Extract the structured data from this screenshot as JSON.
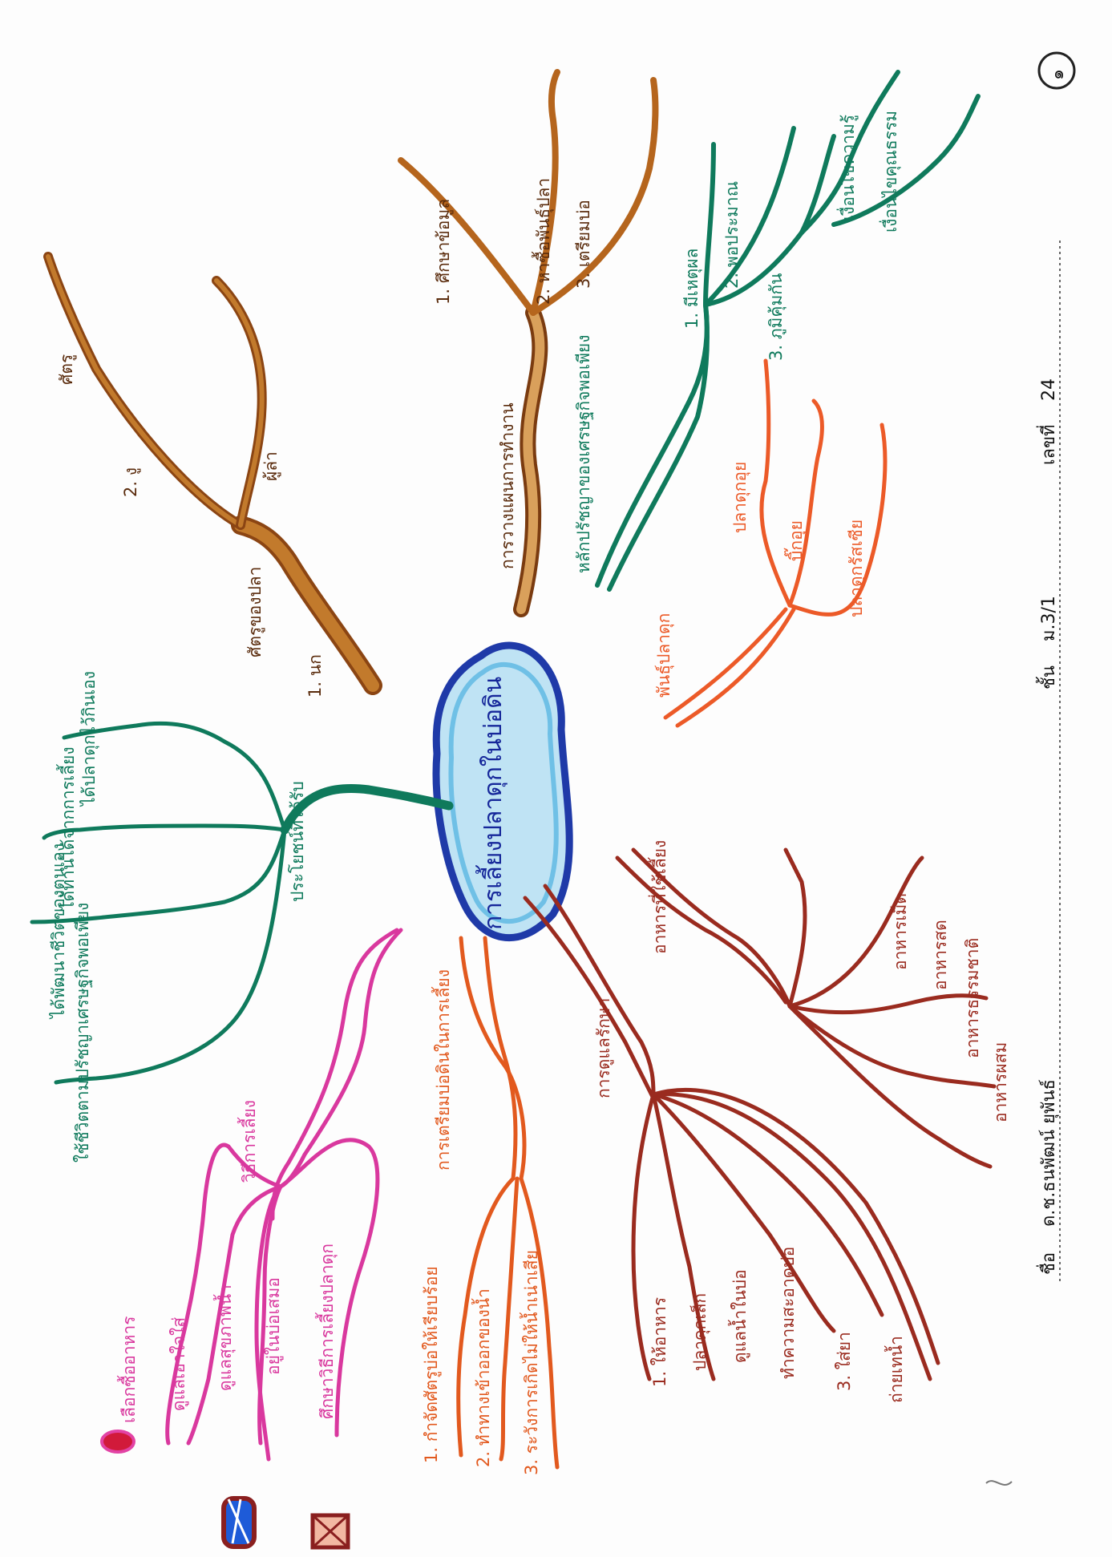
{
  "page_number": "๑",
  "center": {
    "title": "การเลี้ยงปลาดุกในบ่อดิน",
    "color": "#1f3aa8"
  },
  "branches": {
    "benefit": {
      "color": "#0f7a5c",
      "title": "ประโยชน์ที่ได้รับ",
      "items": [
        "ได้ปลาดุกไว้กินเอง",
        "ได้ทานได้จากการเลี้ยง",
        "ได้พัฒนาชีวิตของตนเอง",
        "ใช้ชีวิตตามปรัชญาเศรษฐกิจพอเพียง"
      ]
    },
    "steps": {
      "color": "#d9389e",
      "title": "วิธีการเลี้ยง",
      "items": [
        "เลือกซื้ออาหาร",
        "ดูแลเอาใจใส่",
        "ดูแลสุขภาพน้ำ",
        "อยู่ในบ่อเสมอ",
        "ศึกษาวิธีการเลี้ยงปลาดุก"
      ]
    },
    "prep": {
      "color": "#e2591e",
      "title": "การเตรียมบ่อดินในการเลี้ยง",
      "items": [
        "1. กำจัดศัตรูบ่อให้เรียบร้อย",
        "2. ทำทางเข้าออกของน้ำ",
        "3. ระวังการเกิดไม่ให้น้ำเน่าเสีย"
      ]
    },
    "care": {
      "color": "#9a2b1f",
      "title": "การดูแลรักษา",
      "items": [
        "1. ให้อาหาร",
        "ปลาดุกเล็ก",
        "ดูแลน้ำในบ่อ",
        "ทำความสะอาดบ่อ",
        "3. ใส่ยา",
        "ถ่ายเทน้ำ"
      ]
    },
    "feed": {
      "color": "#9a2b1f",
      "title": "อาหารที่ใช้เลี้ยง",
      "items": [
        "อาหารเม็ด",
        "อาหารสด",
        "อาหารธรรมชาติ",
        "อาหารผสม"
      ]
    },
    "rival": {
      "color": "#b5651d",
      "title": "ศัตรูของปลา",
      "items": [
        "1. นก",
        "2. งู",
        "ผู้ล่า",
        "ศัตรู"
      ]
    },
    "market": {
      "color": "#b5651d",
      "title": "การวางแผนการทำงาน",
      "items": [
        "1. ศึกษาข้อมูล",
        "2. หาซื้อพันธุ์ปลา",
        "3. เตรียมบ่อ"
      ]
    },
    "sufficiency": {
      "color": "#0f7a5c",
      "title": "หลักปรัชญาของเศรษฐกิจพอเพียง",
      "items": [
        "1. มีเหตุผล",
        "2. พอประมาณ",
        "3. ภูมิคุ้มกัน",
        "เงื่อนไขความรู้",
        "เงื่อนไขคุณธรรม"
      ]
    },
    "species": {
      "color": "#ec5a28",
      "title": "พันธุ์ปลาดุก",
      "items": [
        "ปลาดุกอุย",
        "บิ๊กอุย",
        "ปลาดุกรัสเซีย"
      ]
    }
  },
  "footer": {
    "name_label": "ชื่อ",
    "name_value": "ด.ช.ธนพัฒน์ ยุพันธ์",
    "class_label": "ชั้น",
    "class_value": "ม.3/1",
    "number_label": "เลขที่",
    "number_value": "24"
  }
}
